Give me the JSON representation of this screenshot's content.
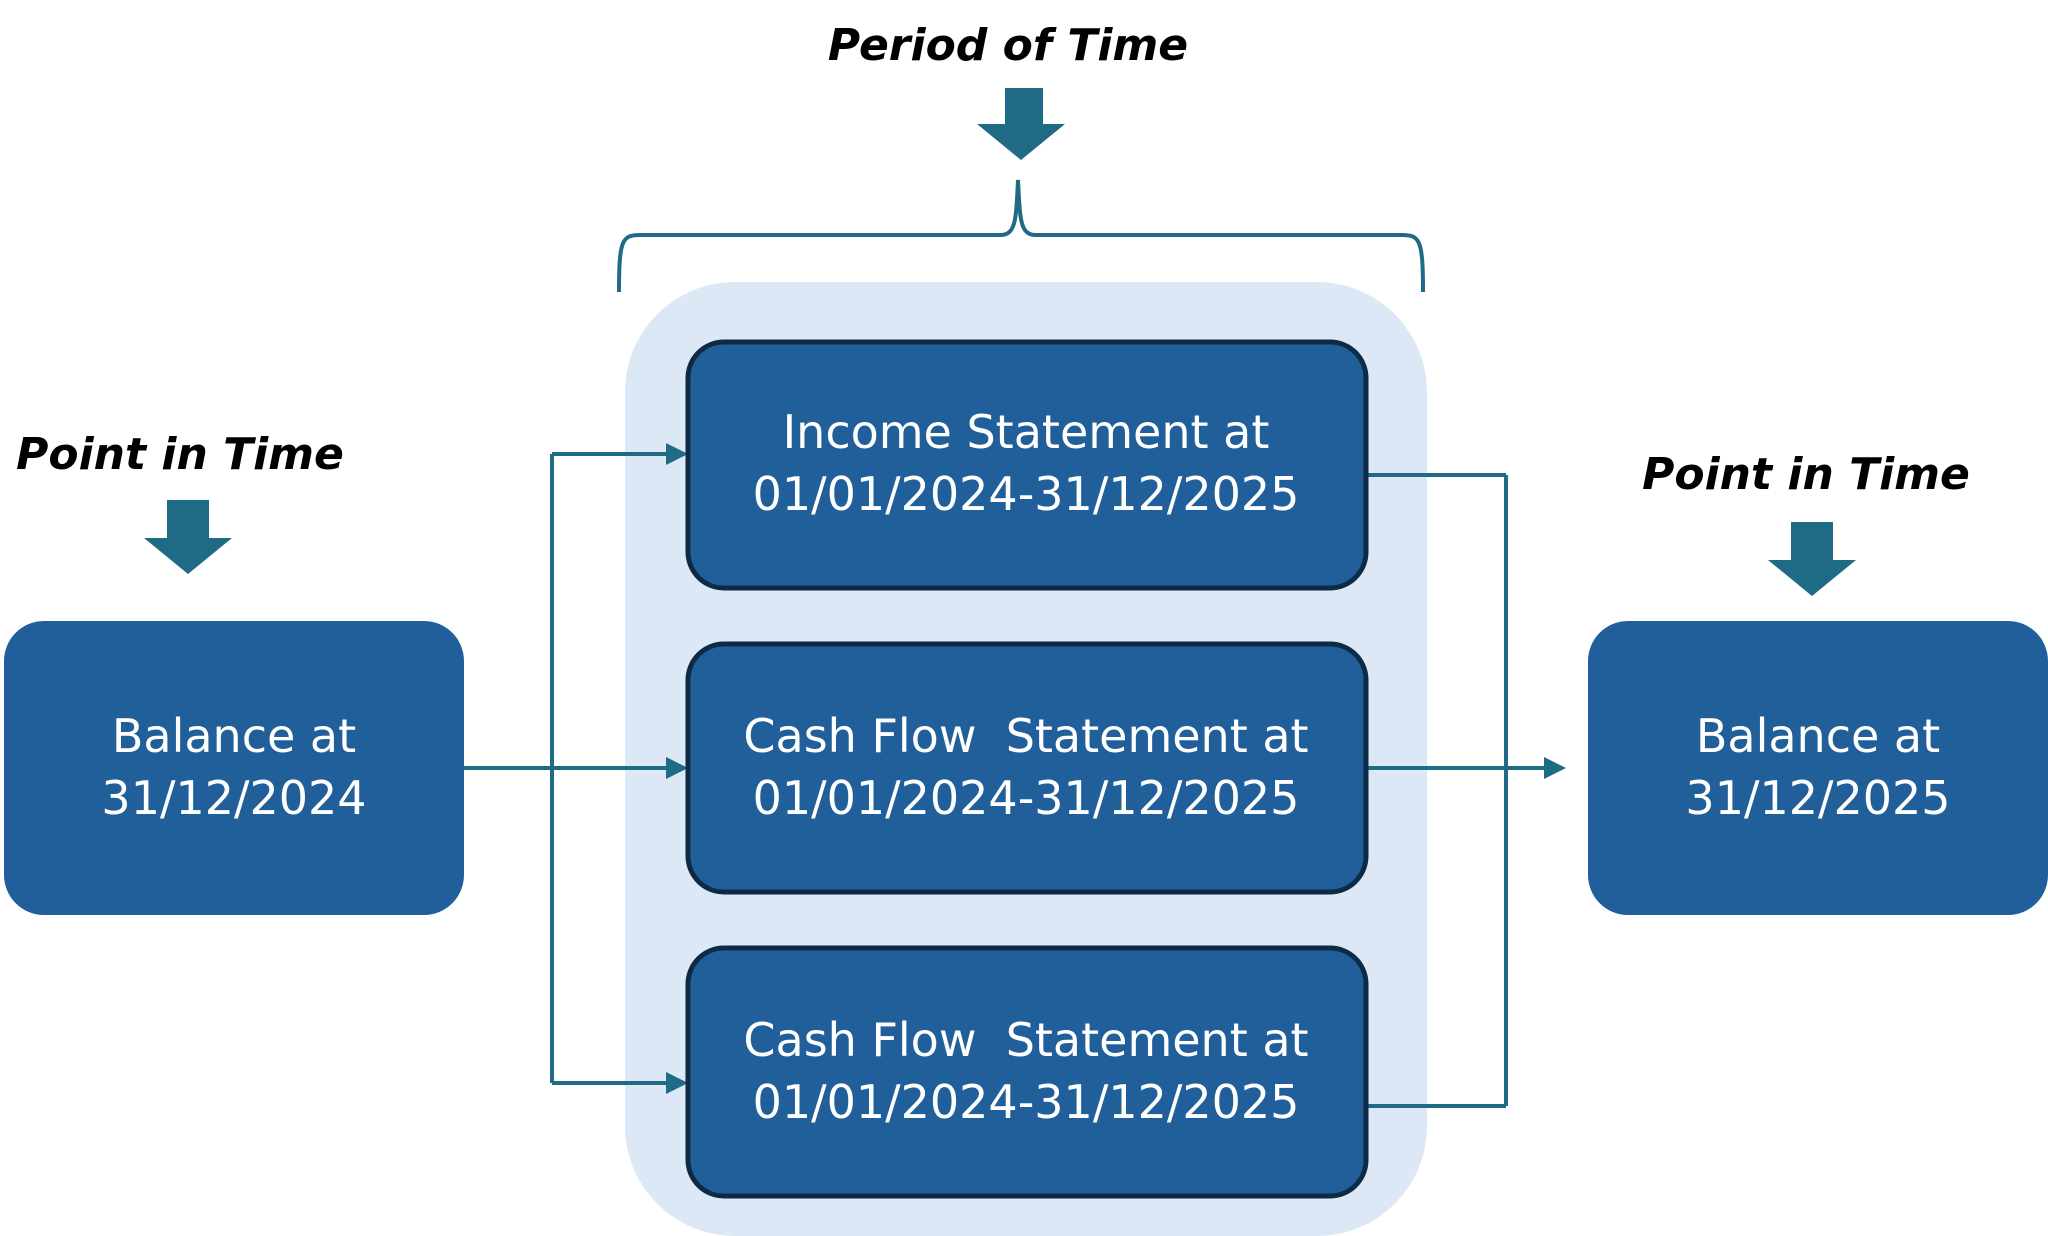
{
  "labels": {
    "period": "Period of Time",
    "point_left": "Point in Time",
    "point_right": "Point in Time"
  },
  "boxes": {
    "balance_start": {
      "line1": "Balance at",
      "line2": "31/12/2024"
    },
    "income_statement": {
      "line1": "Income Statement at",
      "line2": "01/01/2024-31/12/2025"
    },
    "cash_flow_1": {
      "line1": "Cash Flow  Statement at",
      "line2": "01/01/2024-31/12/2025"
    },
    "cash_flow_2": {
      "line1": "Cash Flow  Statement at",
      "line2": "01/01/2024-31/12/2025"
    },
    "balance_end": {
      "line1": "Balance at",
      "line2": "31/12/2025"
    }
  },
  "colors": {
    "box": "#215f9a",
    "box_border": "#0f2a44",
    "connector": "#1f6a85",
    "period_background": "#dce8f5"
  }
}
